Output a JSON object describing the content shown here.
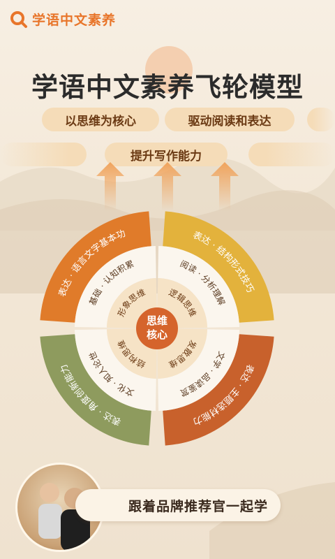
{
  "brand": {
    "name": "学语中文素养",
    "accent": "#e8752a"
  },
  "title": "学语中文素养飞轮模型",
  "pills": {
    "row1_left": "以思维为核心",
    "row1_right": "驱动阅读和表达",
    "row2": "提升写作能力"
  },
  "wheel": {
    "center": [
      "思维",
      "核心"
    ],
    "outer": [
      {
        "label": "表达 · 语言文字基本功",
        "color": "#e07b2a"
      },
      {
        "label": "表达 · 结构形式技巧",
        "color": "#e3b23c"
      },
      {
        "label": "表达 · 主题选材能力",
        "color": "#c8612c"
      },
      {
        "label": "表达 · 角度创新能力",
        "color": "#8e9b5e"
      }
    ],
    "middle": [
      "基础 · 认知积累",
      "阅读 · 分析理解",
      "文学 · 品读鉴赏",
      "文化 · 知人论世"
    ],
    "inner": [
      "形象思维",
      "逻辑思维",
      "发散思维",
      "结构思维"
    ]
  },
  "footer": {
    "text": "跟着品牌推荐官一起学"
  }
}
